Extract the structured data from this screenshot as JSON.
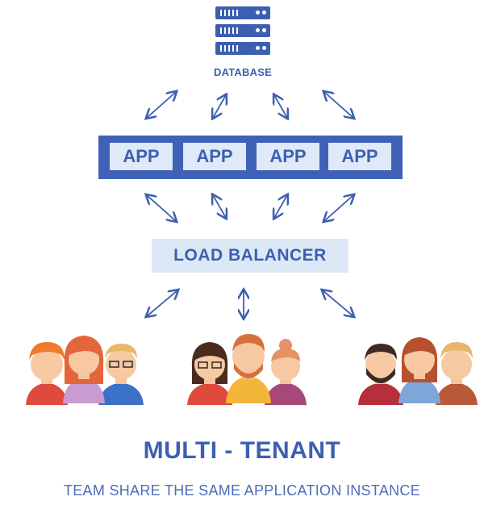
{
  "database": {
    "label": "DATABASE",
    "icon": "server-stack-icon"
  },
  "apps": [
    {
      "label": "APP"
    },
    {
      "label": "APP"
    },
    {
      "label": "APP"
    },
    {
      "label": "APP"
    }
  ],
  "load_balancer": {
    "label": "LOAD BALANCER"
  },
  "teams": [
    {
      "icon": "team-group-icon"
    },
    {
      "icon": "team-group-icon"
    },
    {
      "icon": "team-group-icon"
    }
  ],
  "title": "MULTI - TENANT",
  "subtitle": "TEAM SHARE THE SAME APPLICATION INSTANCE",
  "colors": {
    "primary": "#3d5fb0",
    "light_box": "#dce8f6",
    "arrow": "#3d5fb0"
  }
}
